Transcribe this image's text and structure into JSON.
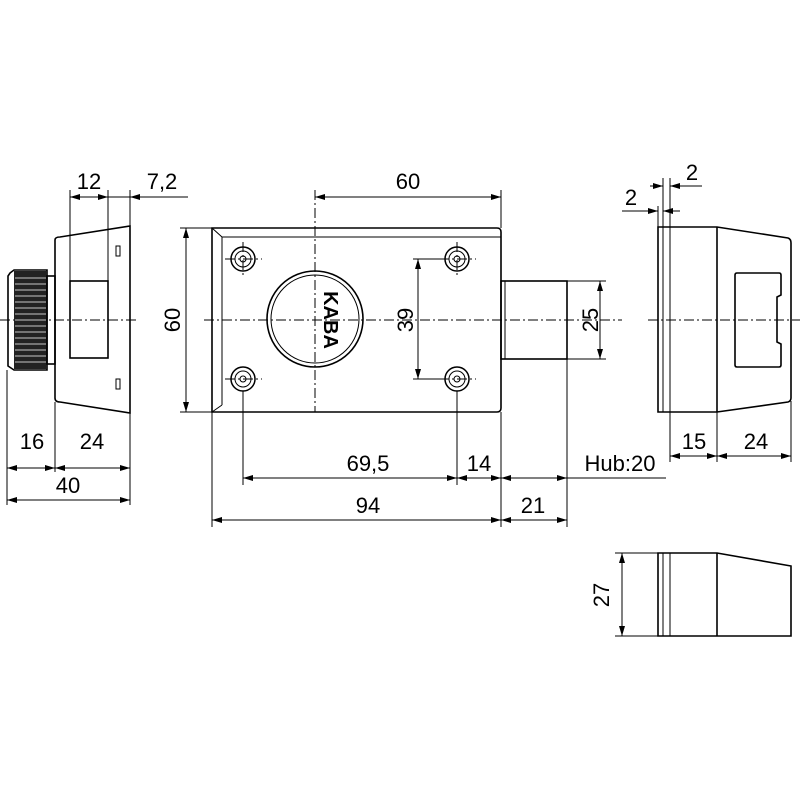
{
  "drawing": {
    "brand_logo": "KABA",
    "side_view_left": {
      "dims": {
        "d12": "12",
        "d7_2": "7,2",
        "d16": "16",
        "d24": "24",
        "d40": "40"
      }
    },
    "front_view": {
      "dims": {
        "width_60": "60",
        "height_60": "60",
        "d39": "39",
        "d25": "25",
        "d69_5": "69,5",
        "d14": "14",
        "hub": "Hub:20",
        "d94": "94",
        "d21": "21"
      }
    },
    "side_view_right": {
      "dims": {
        "d2a": "2",
        "d2b": "2",
        "d15": "15",
        "d24": "24"
      }
    },
    "bottom_view": {
      "dims": {
        "d27": "27"
      }
    },
    "colors": {
      "line": "#000000",
      "background": "#ffffff"
    }
  }
}
